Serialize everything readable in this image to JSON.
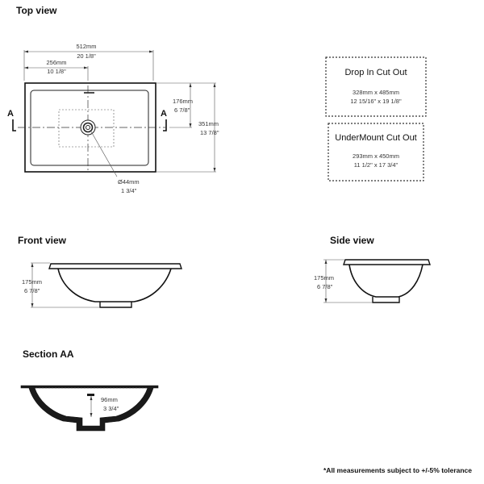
{
  "views": {
    "top": {
      "title": "Top view",
      "width_mm": "512mm",
      "width_in": "20 1/8\"",
      "half_width_mm": "256mm",
      "half_width_in": "10 1/8\"",
      "half_depth_mm": "176mm",
      "half_depth_in": "6 7/8\"",
      "depth_mm": "351mm",
      "depth_in": "13 7/8\"",
      "drain_mm": "Ø44mm",
      "drain_in": "1 3/4\"",
      "section_marker_left": "A",
      "section_marker_right": "A"
    },
    "front": {
      "title": "Front view",
      "height_mm": "175mm",
      "height_in": "6 7/8\""
    },
    "side": {
      "title": "Side view",
      "height_mm": "175mm",
      "height_in": "6 7/8\""
    },
    "section": {
      "title": "Section AA",
      "depth_mm": "96mm",
      "depth_in": "3 3/4\""
    }
  },
  "cutouts": {
    "drop_in": {
      "title": "Drop In Cut Out",
      "size_mm": "328mm x 485mm",
      "size_in": "12 15/16\" x 19 1/8\""
    },
    "undermount": {
      "title": "UnderMount Cut Out",
      "size_mm": "293mm x 450mm",
      "size_in": "11 1/2\" x 17 3/4\""
    }
  },
  "footnote": "*All measurements subject to +/-5% tolerance"
}
